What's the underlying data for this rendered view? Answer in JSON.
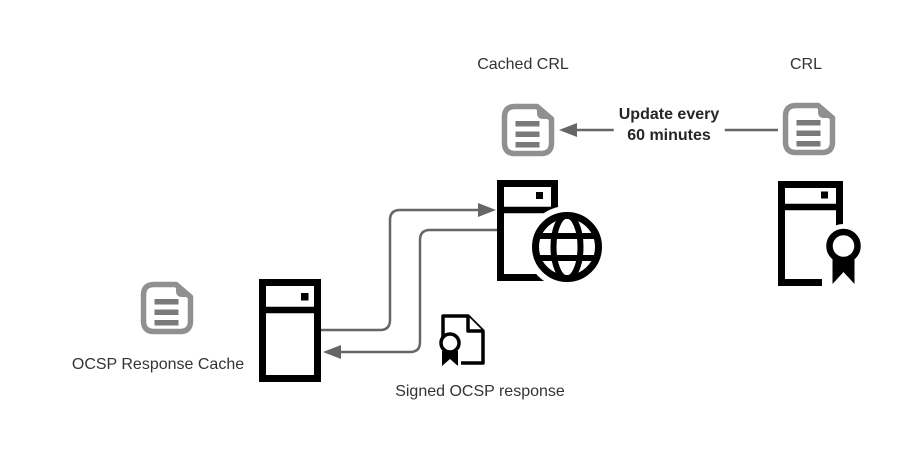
{
  "diagram": {
    "colors": {
      "background": "#ffffff",
      "icon_black": "#000000",
      "document_gray": "#909090",
      "document_bar_gray": "#7a7a7a",
      "connector_gray": "#666666",
      "label_text": "#333333",
      "connector_label_text": "#262626"
    },
    "nodes": {
      "cached_crl": {
        "label": "Cached CRL",
        "icon": "document-icon"
      },
      "crl": {
        "label": "CRL",
        "icon": "document-icon"
      },
      "web_server": {
        "icon": "server-globe-icon"
      },
      "ca_server": {
        "icon": "server-ribbon-icon"
      },
      "ocsp_cache_server": {
        "icon": "server-icon"
      },
      "ocsp_response_cache": {
        "label": "OCSP Response Cache",
        "icon": "document-icon"
      },
      "signed_ocsp_response": {
        "label": "Signed OCSP response",
        "icon": "document-ribbon-icon"
      }
    },
    "connectors": [
      {
        "from": "crl",
        "to": "cached_crl",
        "label_line1": "Update every",
        "label_line2": "60 minutes"
      },
      {
        "from": "ocsp_cache_server",
        "to": "web_server"
      },
      {
        "from": "web_server",
        "to": "ocsp_cache_server"
      }
    ]
  }
}
